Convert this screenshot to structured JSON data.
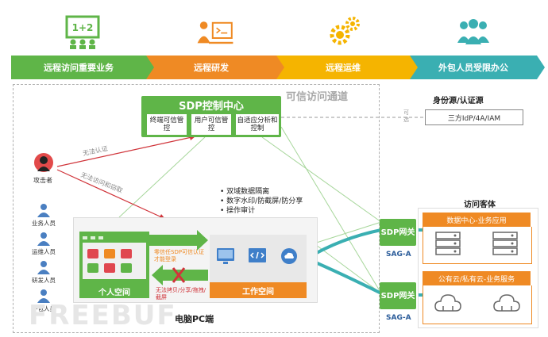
{
  "bands": [
    {
      "label": "远程访问重要业务",
      "color": "#5fb548"
    },
    {
      "label": "远程研发",
      "color": "#ef8a24"
    },
    {
      "label": "远程运维",
      "color": "#f5b400"
    },
    {
      "label": "外包人员受限办公",
      "color": "#3aafb2"
    }
  ],
  "trusted_channel": "可信访问通道",
  "sdp_center": {
    "title": "SDP控制中心",
    "boxes": [
      "终端可信管控",
      "用户可信管控",
      "自适应分析和控制"
    ]
  },
  "idp": {
    "title": "身份源/认证源",
    "box": "三方IdP/4A/IAM",
    "optional": "可选"
  },
  "attacker": {
    "label": "攻击者",
    "no_auth": "无法认证",
    "no_access": "无法访问和窃取"
  },
  "people": [
    "业务人员",
    "运维人员",
    "研发人员",
    "外包人员"
  ],
  "features": [
    "双域数据隔离",
    "数字水印/防截屏/防分享",
    "操作审计"
  ],
  "pc": {
    "label": "电脑PC端",
    "personal": "个人空间",
    "work": "工作空间",
    "arrow_in": "零信任SDP可信认证才能登录",
    "arrow_out": "无法拷贝/分享/拖拽/截屏"
  },
  "gateways": [
    {
      "label": "SDP网关",
      "tag": "SAG-A"
    },
    {
      "label": "SDP网关",
      "tag": "SAG-A"
    }
  ],
  "resources": {
    "title": "访问客体",
    "items": [
      "数据中心-业务应用",
      "公有云/私有云-业务服务"
    ]
  },
  "watermark": "FREEBUF"
}
